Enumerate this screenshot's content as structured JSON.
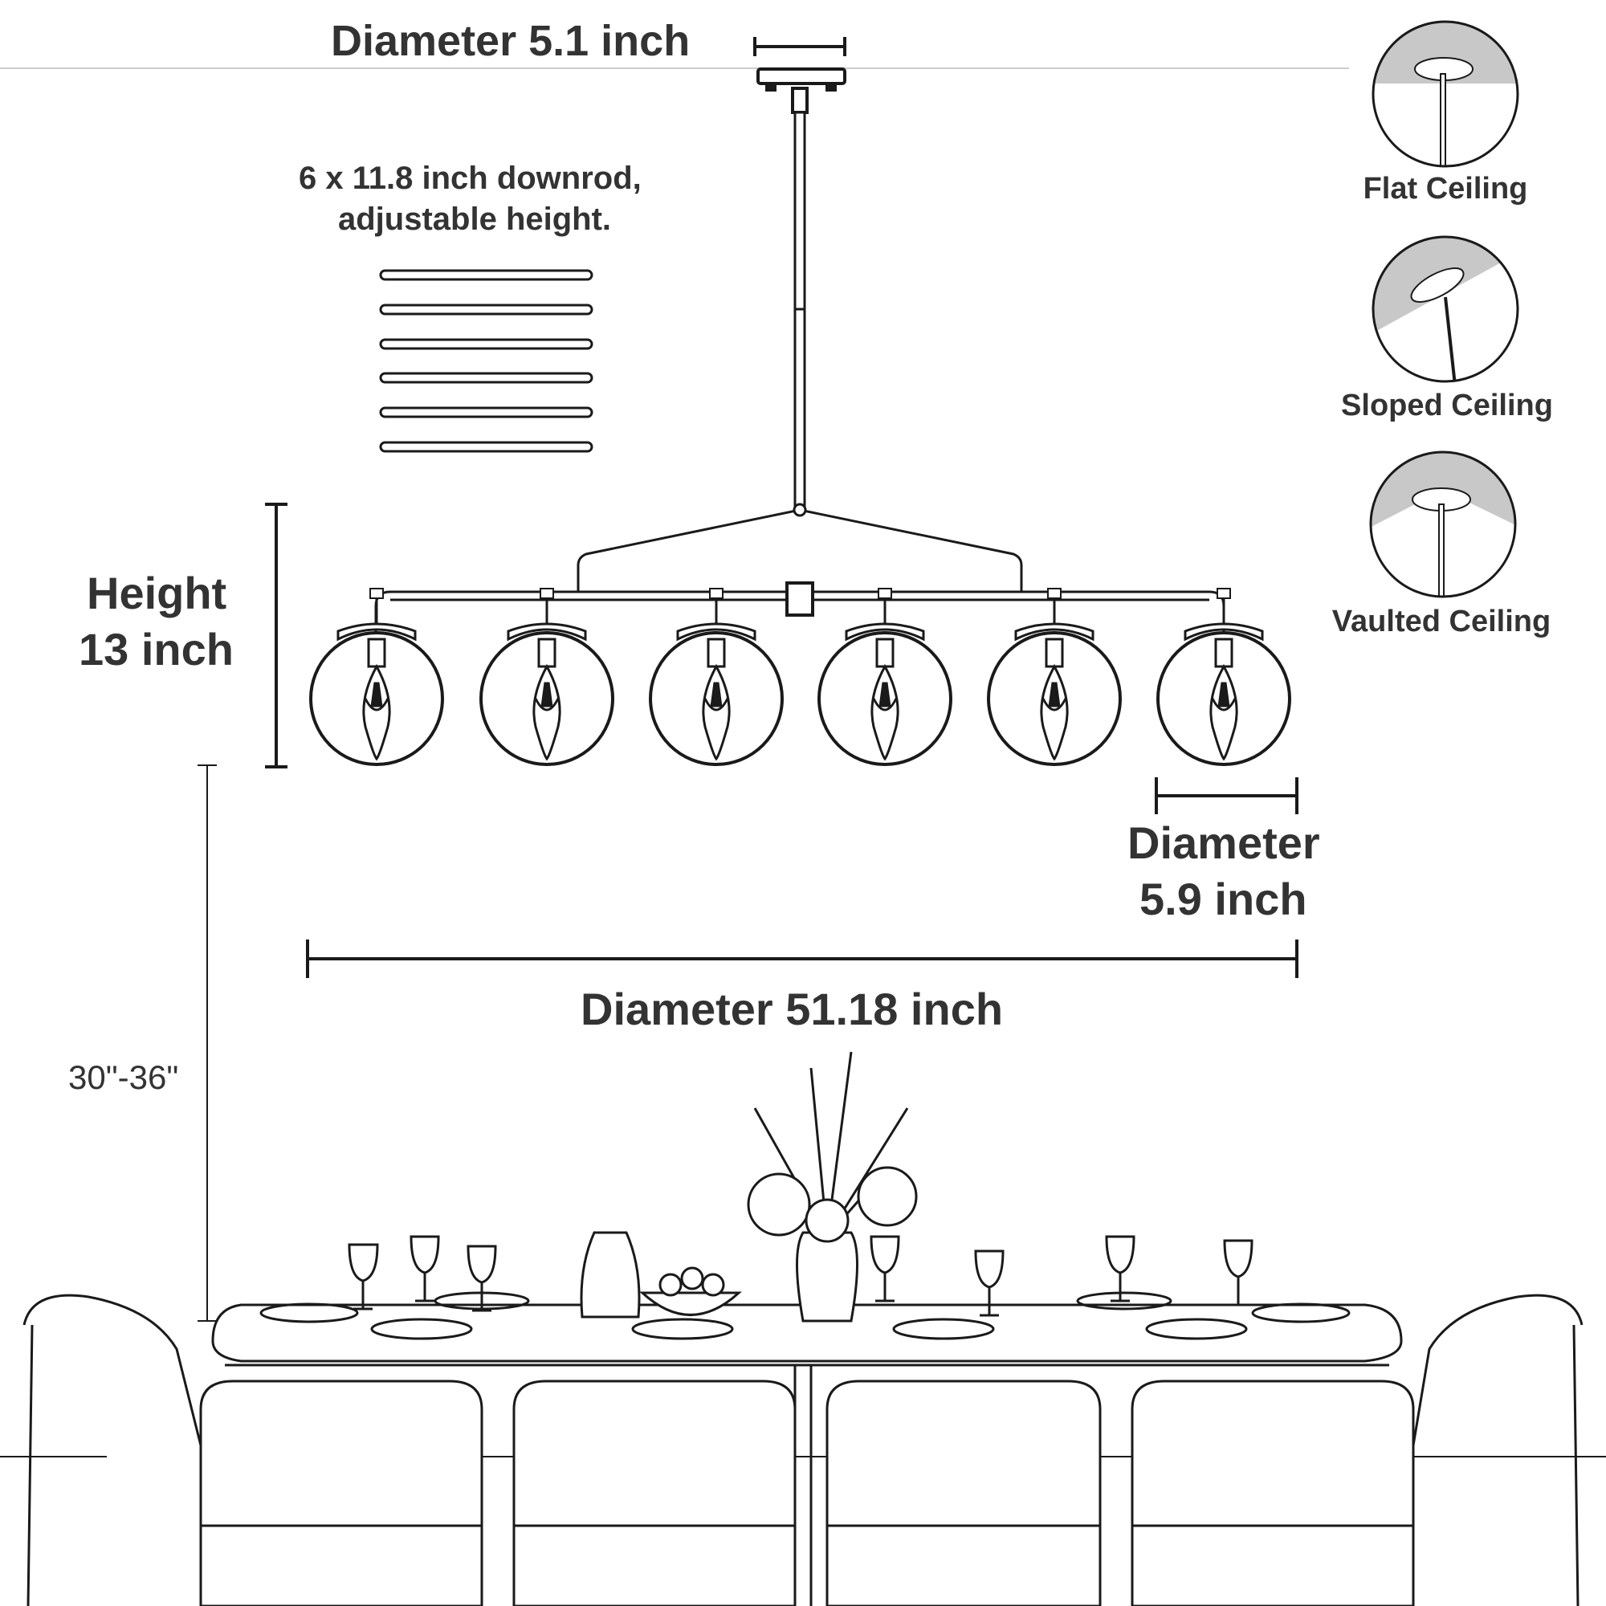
{
  "dimensions": {
    "canopy_diameter": "Diameter 5.1 inch",
    "downrod_note_line1": "6 x 11.8 inch downrod,",
    "downrod_note_line2": "adjustable height.",
    "height_line1": "Height",
    "height_line2": "13 inch",
    "globe_diameter_line1": "Diameter",
    "globe_diameter_line2": "5.9 inch",
    "overall_diameter": "Diameter 51.18 inch",
    "hanging_clearance": "30\"-36\""
  },
  "ceiling_types": [
    {
      "label": "Flat Ceiling",
      "icon": "flat-ceiling-icon"
    },
    {
      "label": "Sloped Ceiling",
      "icon": "sloped-ceiling-icon"
    },
    {
      "label": "Vaulted Ceiling",
      "icon": "vaulted-ceiling-icon"
    }
  ],
  "colors": {
    "line": "#1a1a1a",
    "text": "#333333",
    "ceiling_fill": "#c8c8c8"
  }
}
